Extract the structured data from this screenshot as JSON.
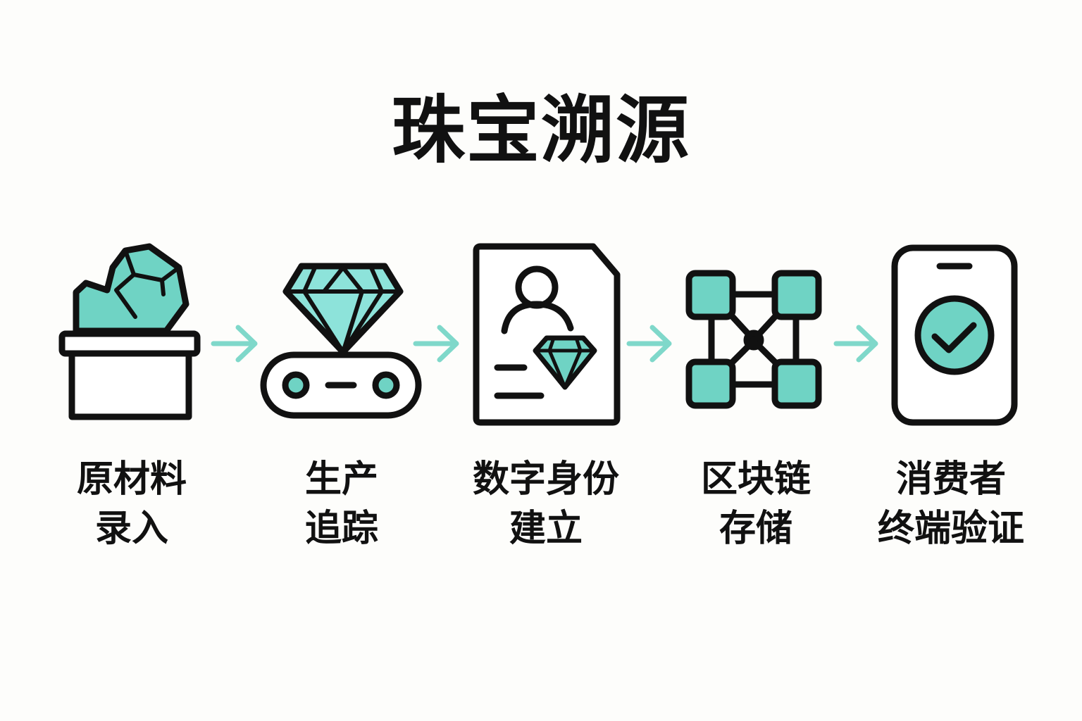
{
  "title": "珠宝溯源",
  "colors": {
    "accent": "#6fd3c4",
    "arrow": "#7fd8ca",
    "stroke": "#111111"
  },
  "steps": [
    {
      "icon": "raw-gem-box-icon",
      "line1": "原材料",
      "line2": "录入"
    },
    {
      "icon": "diamond-conveyor-icon",
      "line1": "生产",
      "line2": "追踪"
    },
    {
      "icon": "digital-id-document-icon",
      "line1": "数字身份",
      "line2": "建立"
    },
    {
      "icon": "blockchain-network-icon",
      "line1": "区块链",
      "line2": "存储"
    },
    {
      "icon": "phone-verified-icon",
      "line1": "消费者",
      "line2": "终端验证"
    }
  ]
}
